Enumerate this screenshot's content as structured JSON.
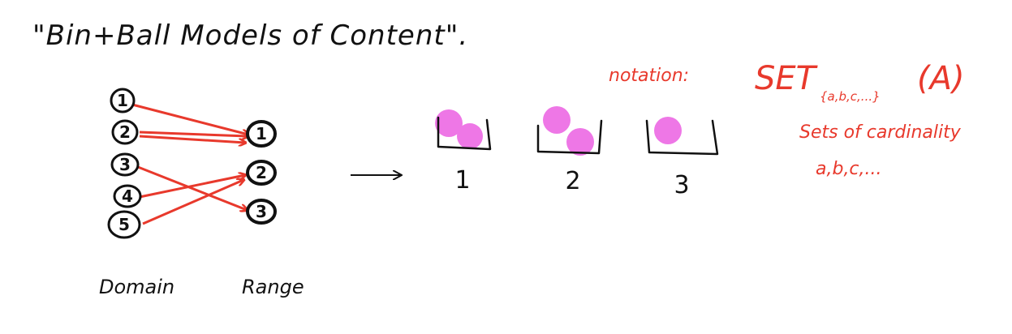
{
  "title": "\"Bin+Ball Models of Content\".",
  "mapping": {
    "domain_label": "Domain",
    "range_label": "Range",
    "domain_nodes": [
      "1",
      "2",
      "3",
      "4",
      "5"
    ],
    "range_nodes": [
      "1",
      "2",
      "3"
    ]
  },
  "bins": [
    {
      "label": "1",
      "balls": 2
    },
    {
      "label": "2",
      "balls": 2
    },
    {
      "label": "3",
      "balls": 1
    }
  ],
  "notation": {
    "label": "notation:",
    "set_main": "SET",
    "set_subscript": "{a,b,c,...}",
    "set_argument": "(A)",
    "description_line1": "Sets of cardinality",
    "description_line2": "a,b,c,..."
  },
  "colors": {
    "ink": "#111111",
    "red": "#e8392c",
    "ball": "#ee77e6"
  }
}
